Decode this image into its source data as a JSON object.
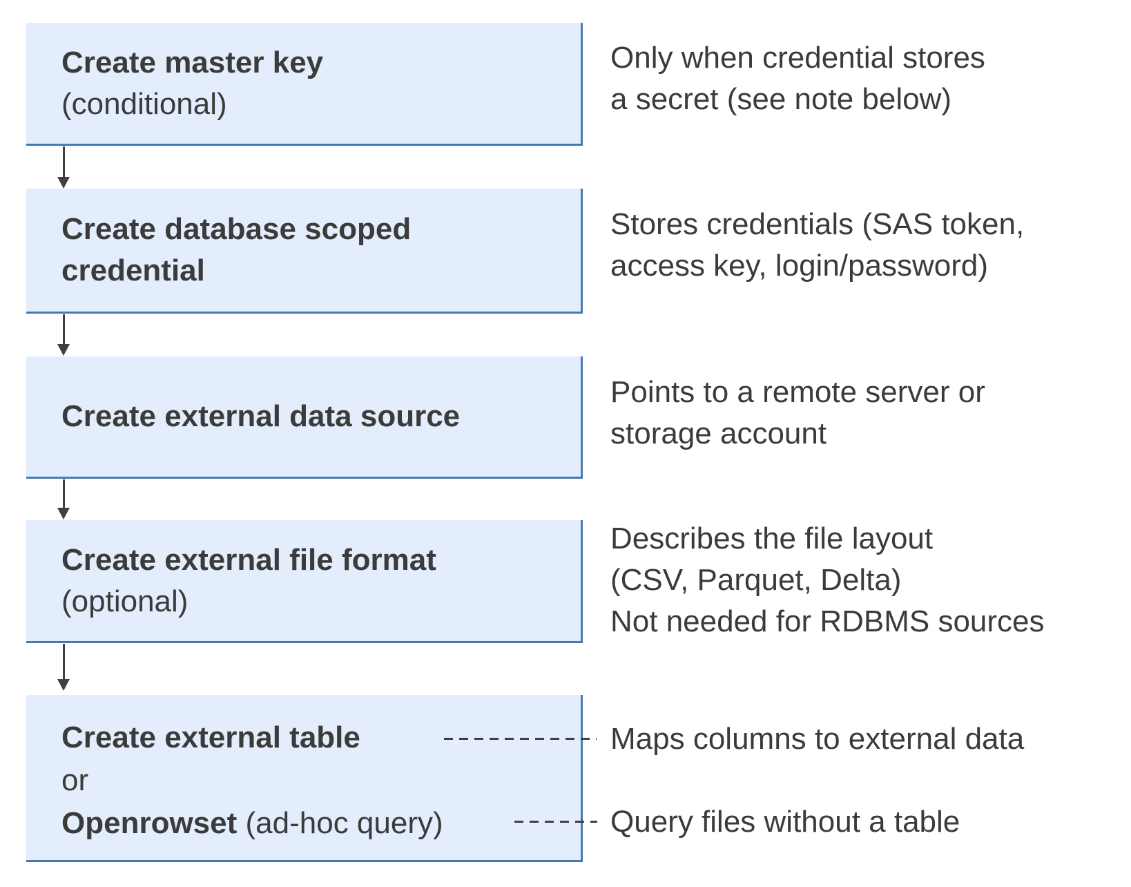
{
  "colors": {
    "box_fill": "#e3edfb",
    "box_border": "#4679af",
    "ink": "#3b3b3b",
    "arrow": "#404040"
  },
  "steps": [
    {
      "title": "Create master key",
      "qualifier": "(conditional)",
      "note": [
        "Only when credential stores",
        "a secret (see note below)"
      ]
    },
    {
      "title_lines": [
        "Create database scoped",
        "credential"
      ],
      "note": [
        "Stores credentials (SAS token,",
        "access key, login/password)"
      ]
    },
    {
      "title": "Create external data source",
      "note": [
        "Points to a remote server or",
        "storage account"
      ]
    },
    {
      "title": "Create external file format",
      "qualifier": "(optional)",
      "note": [
        "Describes the file layout",
        "(CSV, Parquet, Delta)",
        "Not needed for RDBMS sources"
      ]
    },
    {
      "option1": "Create external table",
      "connector": "or",
      "option2_bold": "Openrowset",
      "option2_rest": " (ad-hoc query)",
      "note_option1": "Maps columns to external data",
      "note_option2": "Query files without a table"
    }
  ]
}
